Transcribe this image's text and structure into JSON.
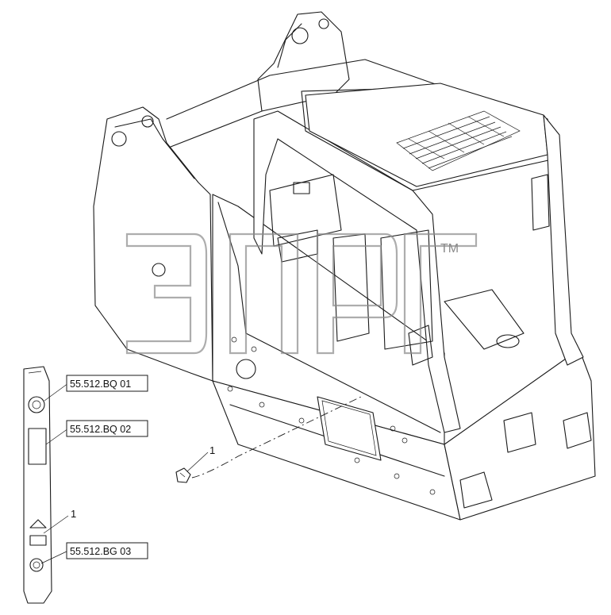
{
  "callouts": [
    {
      "label": "55.512.BQ 01"
    },
    {
      "label": "55.512.BQ 02"
    },
    {
      "label": "55.512.BG 03"
    }
  ],
  "item_numbers": [
    "1",
    "1"
  ],
  "watermark": {
    "text": "эпгр",
    "trademark": "TM"
  },
  "colors": {
    "line": "#1a1a1a",
    "watermark": "#8a8a8a",
    "background": "#ffffff"
  }
}
